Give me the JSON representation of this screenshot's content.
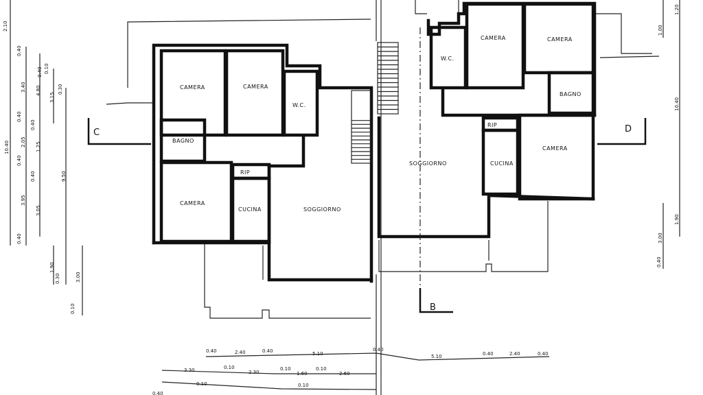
{
  "drawing": {
    "left_unit": {
      "rooms": [
        "CAMERA",
        "CAMERA",
        "W.C.",
        "BAGNO",
        "RIP",
        "CAMERA",
        "CUCINA",
        "SOGGIORNO"
      ]
    },
    "right_unit": {
      "rooms": [
        "W.C.",
        "CAMERA",
        "CAMERA",
        "BAGNO",
        "RIP",
        "CAMERA",
        "CUCINA",
        "SOGGIORNO"
      ]
    },
    "section_markers": [
      "C",
      "D",
      "B"
    ],
    "dimensions_left": [
      "2.10",
      "0.40",
      "3.40",
      "0.40",
      "2.05",
      "0.40",
      "3.95",
      "0.40",
      "10.40",
      "0.40",
      "4.80",
      "0.40",
      "0.40",
      "1.25",
      "3.05",
      "0.10",
      "3.15",
      "0.30",
      "9.50",
      "1.90",
      "0.30",
      "0.10",
      "3.00"
    ],
    "dimensions_right": [
      "1.20",
      "1.00",
      "10.40",
      "3.00",
      "0.40",
      "1.90"
    ],
    "dimensions_bottom_row1": [
      "0.40",
      "2.40",
      "0.40",
      "5.10",
      "0.40",
      "5.10",
      "0.40",
      "2.40",
      "0.40"
    ],
    "dimensions_bottom_row2": [
      "3.30",
      "0.10",
      "2.30",
      "0.10",
      "1.60",
      "0.10",
      "2.60"
    ],
    "dimensions_bottom_row3": [
      "0.40",
      "0.10",
      "0.10"
    ]
  }
}
